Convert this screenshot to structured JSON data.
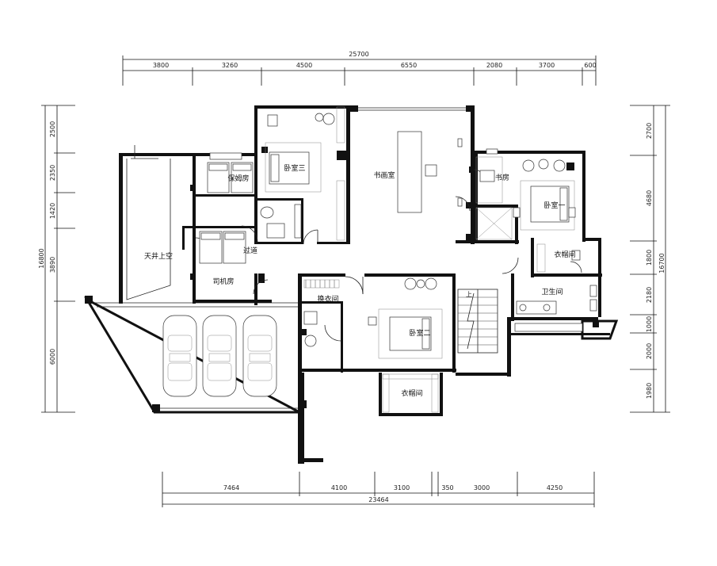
{
  "dimensions": {
    "top_total": "25700",
    "top_segments": [
      "3800",
      "3260",
      "4500",
      "6550",
      "2080",
      "3700",
      "600"
    ],
    "bottom_total": "23464",
    "bottom_segments": [
      "7464",
      "4100",
      "3100",
      "350",
      "3000",
      "4250"
    ],
    "left_total": "16800",
    "left_segments": [
      "2500",
      "2350",
      "1420",
      "3890",
      "6000"
    ],
    "right_total": "16700",
    "right_segments": [
      "2700",
      "4680",
      "1800",
      "2180",
      "1000",
      "2000",
      "1980"
    ]
  },
  "rooms": {
    "bedroom3": "卧室三",
    "studio": "书画室",
    "nanny_room": "保姆房",
    "atrium": "天井上空",
    "corridor": "过道",
    "driver_room": "司机房",
    "study": "书房",
    "bedroom1": "卧室一",
    "closet_right": "衣帽间",
    "bathroom": "卫生间",
    "changing_room": "换衣间",
    "bedroom2": "卧室二",
    "closet_bottom": "衣帽间"
  },
  "stair_label": "上"
}
